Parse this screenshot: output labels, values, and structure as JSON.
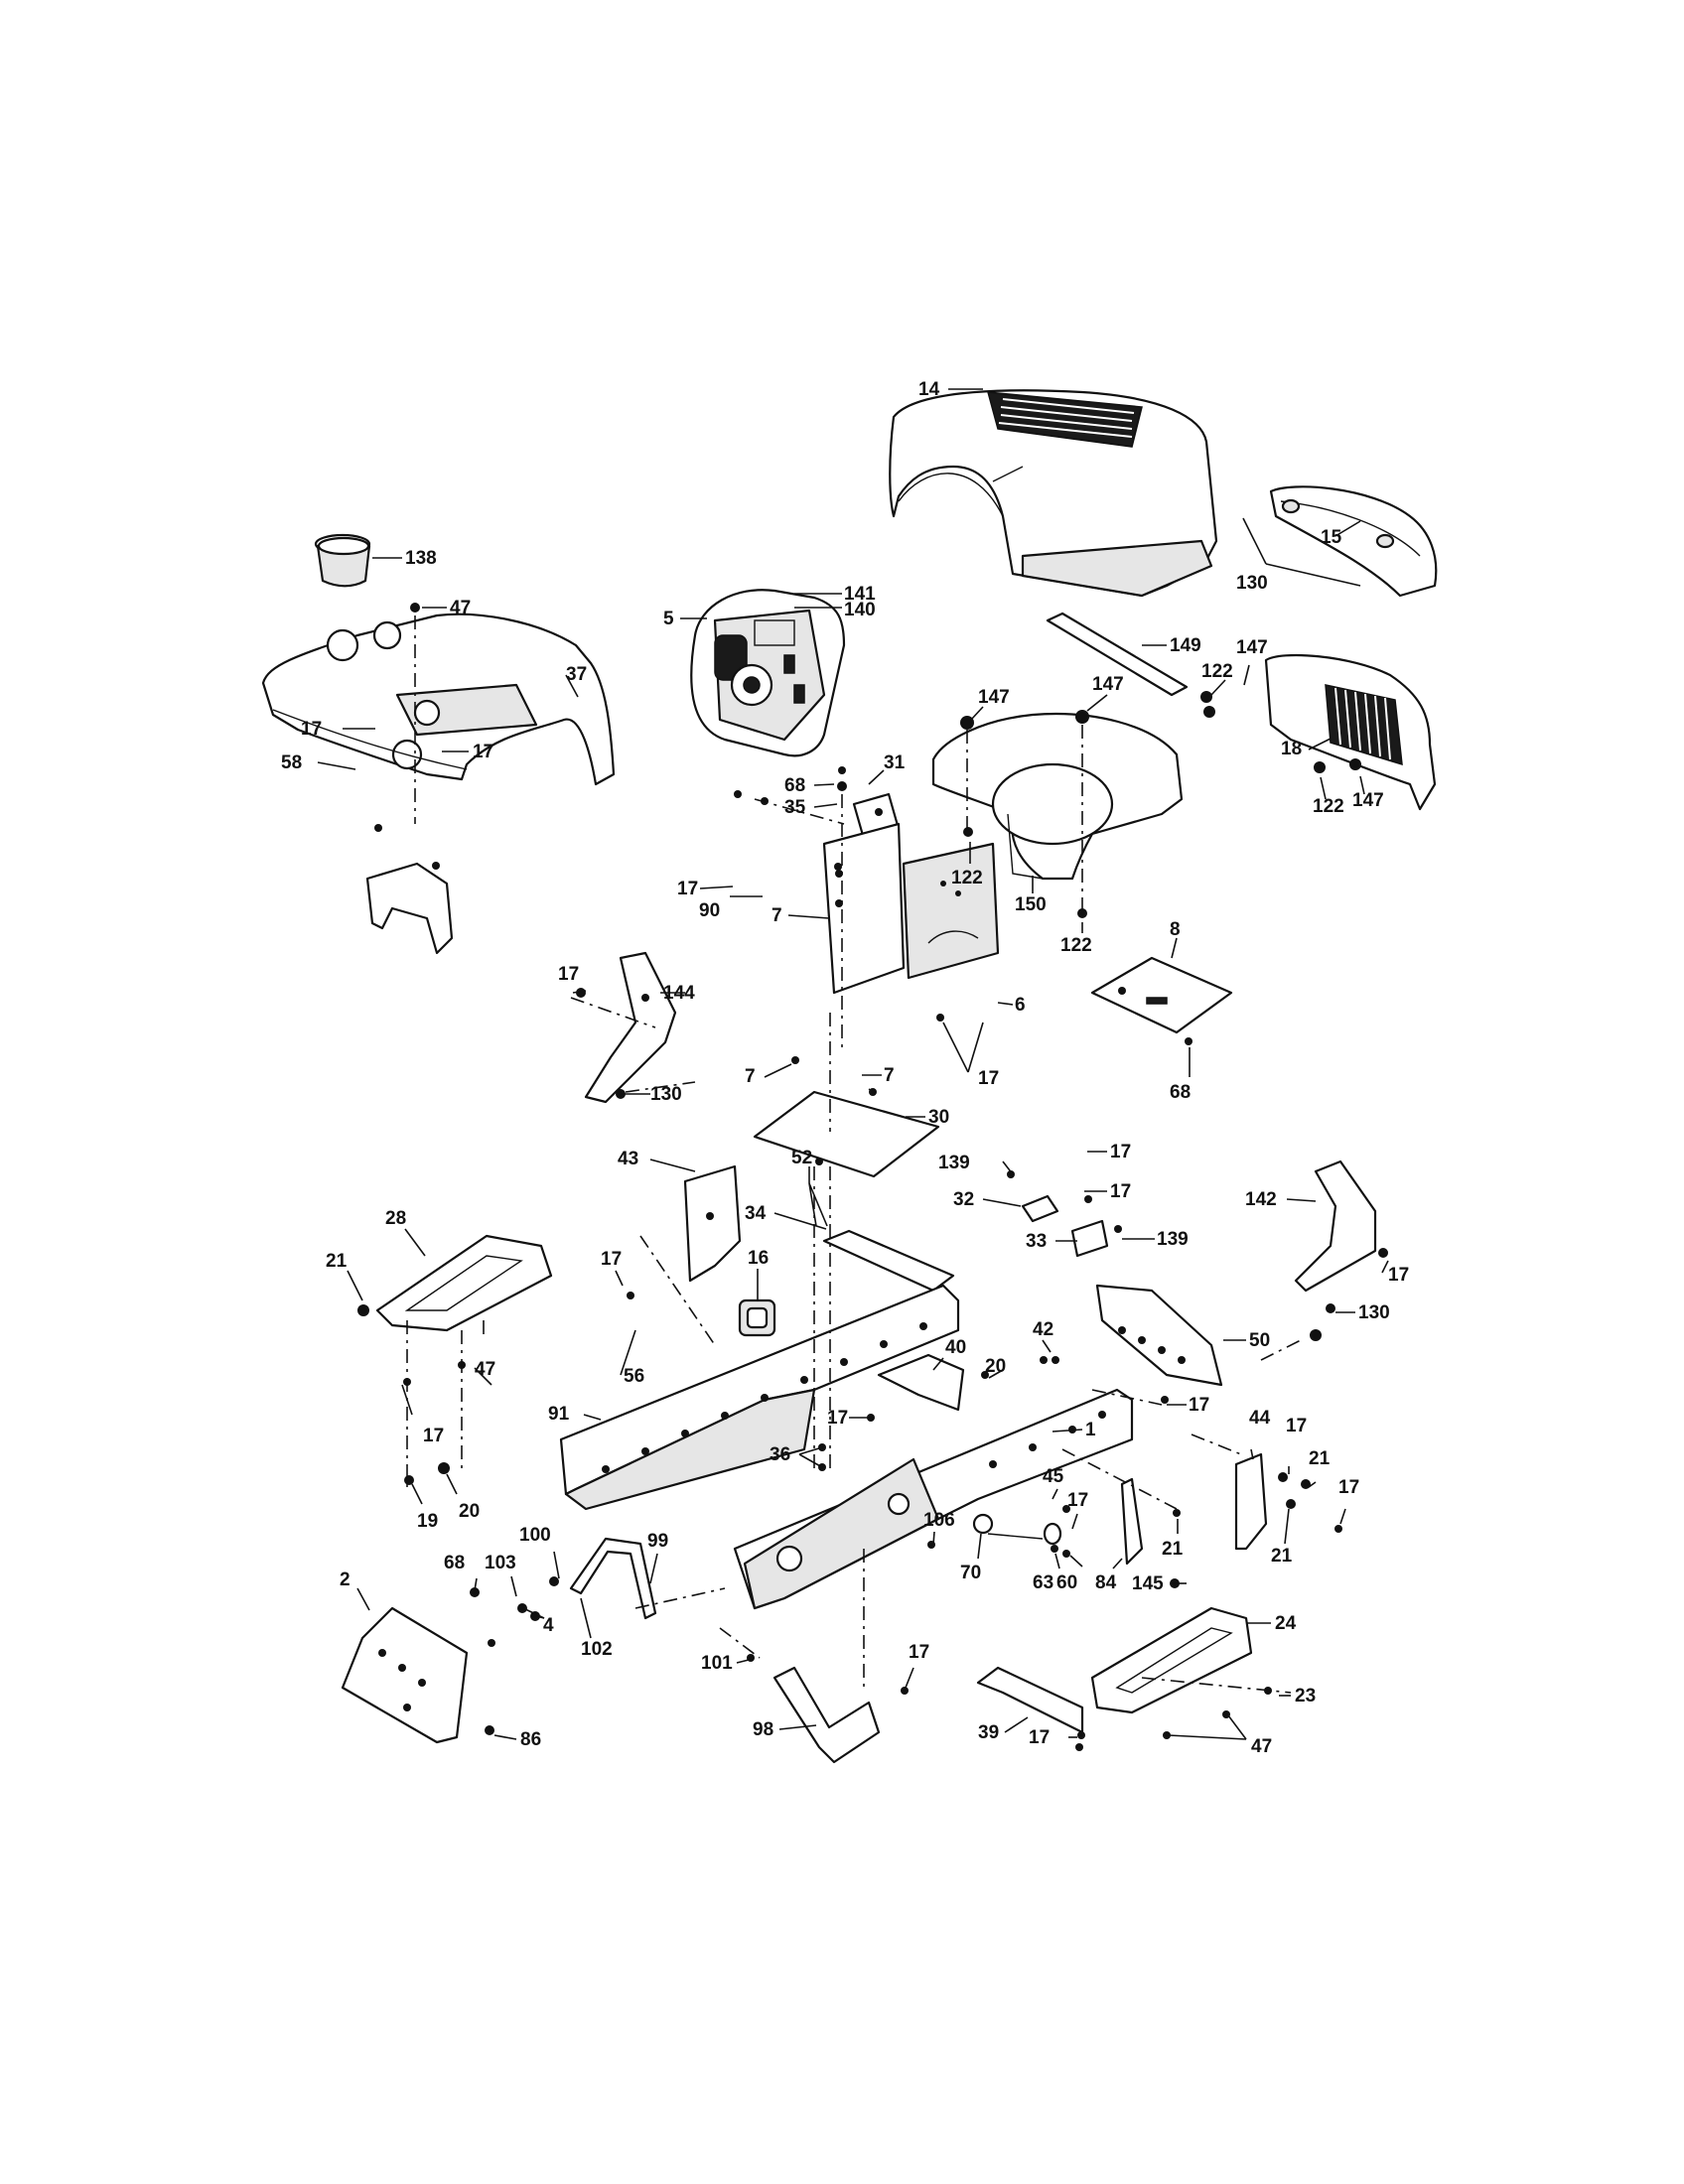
{
  "diagram": {
    "callouts": [
      {
        "id": "c14a",
        "text": "14"
      },
      {
        "id": "c15",
        "text": "15"
      },
      {
        "id": "c130a",
        "text": "130"
      },
      {
        "id": "c138",
        "text": "138"
      },
      {
        "id": "c47a",
        "text": "47"
      },
      {
        "id": "c37",
        "text": "37"
      },
      {
        "id": "c141",
        "text": "141"
      },
      {
        "id": "c140",
        "text": "140"
      },
      {
        "id": "c5",
        "text": "5"
      },
      {
        "id": "c149",
        "text": "149"
      },
      {
        "id": "c147a",
        "text": "147"
      },
      {
        "id": "c122a",
        "text": "122"
      },
      {
        "id": "c147b",
        "text": "147"
      },
      {
        "id": "c147c",
        "text": "147"
      },
      {
        "id": "c18",
        "text": "18"
      },
      {
        "id": "c147d",
        "text": "147"
      },
      {
        "id": "c122b",
        "text": "122"
      },
      {
        "id": "c17a",
        "text": "17"
      },
      {
        "id": "c17b",
        "text": "17"
      },
      {
        "id": "c58",
        "text": "58"
      },
      {
        "id": "c68a",
        "text": "68"
      },
      {
        "id": "c35",
        "text": "35"
      },
      {
        "id": "c31",
        "text": "31"
      },
      {
        "id": "c122c",
        "text": "122"
      },
      {
        "id": "c150",
        "text": "150"
      },
      {
        "id": "c122d",
        "text": "122"
      },
      {
        "id": "c17c",
        "text": "17"
      },
      {
        "id": "c90",
        "text": "90"
      },
      {
        "id": "c7a",
        "text": "7"
      },
      {
        "id": "c8",
        "text": "8"
      },
      {
        "id": "c17d",
        "text": "17"
      },
      {
        "id": "c144",
        "text": "144"
      },
      {
        "id": "c6",
        "text": "6"
      },
      {
        "id": "c7b",
        "text": "7"
      },
      {
        "id": "c17e",
        "text": "17"
      },
      {
        "id": "c68b",
        "text": "68"
      },
      {
        "id": "c130b",
        "text": "130"
      },
      {
        "id": "c7c",
        "text": "7"
      },
      {
        "id": "c30",
        "text": "30"
      },
      {
        "id": "c43",
        "text": "43"
      },
      {
        "id": "c52",
        "text": "52"
      },
      {
        "id": "c17f",
        "text": "17"
      },
      {
        "id": "c139a",
        "text": "139"
      },
      {
        "id": "c17g",
        "text": "17"
      },
      {
        "id": "c32",
        "text": "32"
      },
      {
        "id": "c34",
        "text": "34"
      },
      {
        "id": "c28",
        "text": "28"
      },
      {
        "id": "c33",
        "text": "33"
      },
      {
        "id": "c139b",
        "text": "139"
      },
      {
        "id": "c142",
        "text": "142"
      },
      {
        "id": "c21a",
        "text": "21"
      },
      {
        "id": "c16",
        "text": "16"
      },
      {
        "id": "c17h",
        "text": "17"
      },
      {
        "id": "c17i",
        "text": "17"
      },
      {
        "id": "c130c",
        "text": "130"
      },
      {
        "id": "c40",
        "text": "40"
      },
      {
        "id": "c42",
        "text": "42"
      },
      {
        "id": "c50",
        "text": "50"
      },
      {
        "id": "c56",
        "text": "56"
      },
      {
        "id": "c20a",
        "text": "20"
      },
      {
        "id": "c47b",
        "text": "47"
      },
      {
        "id": "c91",
        "text": "91"
      },
      {
        "id": "c17j",
        "text": "17"
      },
      {
        "id": "c17k",
        "text": "17"
      },
      {
        "id": "c44",
        "text": "44"
      },
      {
        "id": "c17l",
        "text": "17"
      },
      {
        "id": "c1",
        "text": "1"
      },
      {
        "id": "c17m",
        "text": "17"
      },
      {
        "id": "c21b",
        "text": "21"
      },
      {
        "id": "c36",
        "text": "36"
      },
      {
        "id": "c45",
        "text": "45"
      },
      {
        "id": "c17n",
        "text": "17"
      },
      {
        "id": "c17o",
        "text": "17"
      },
      {
        "id": "c19",
        "text": "19"
      },
      {
        "id": "c20b",
        "text": "20"
      },
      {
        "id": "c100",
        "text": "100"
      },
      {
        "id": "c99",
        "text": "99"
      },
      {
        "id": "c106",
        "text": "106"
      },
      {
        "id": "c21c",
        "text": "21"
      },
      {
        "id": "c21d",
        "text": "21"
      },
      {
        "id": "c68c",
        "text": "68"
      },
      {
        "id": "c103",
        "text": "103"
      },
      {
        "id": "c2",
        "text": "2"
      },
      {
        "id": "c70",
        "text": "70"
      },
      {
        "id": "c63",
        "text": "63"
      },
      {
        "id": "c60",
        "text": "60"
      },
      {
        "id": "c84",
        "text": "84"
      },
      {
        "id": "c145",
        "text": "145"
      },
      {
        "id": "c24",
        "text": "24"
      },
      {
        "id": "c4",
        "text": "4"
      },
      {
        "id": "c102",
        "text": "102"
      },
      {
        "id": "c101",
        "text": "101"
      },
      {
        "id": "c17p",
        "text": "17"
      },
      {
        "id": "c23",
        "text": "23"
      },
      {
        "id": "c98",
        "text": "98"
      },
      {
        "id": "c39",
        "text": "39"
      },
      {
        "id": "c17q",
        "text": "17"
      },
      {
        "id": "c47c",
        "text": "47"
      },
      {
        "id": "c86",
        "text": "86"
      }
    ]
  }
}
